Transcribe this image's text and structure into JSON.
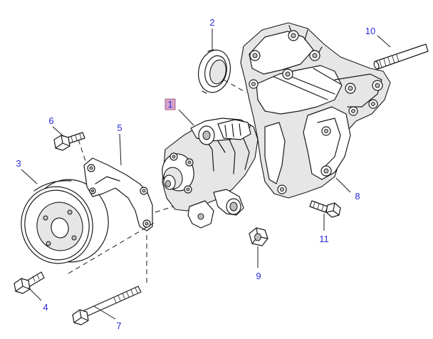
{
  "diagram": {
    "callouts": [
      {
        "id": "1",
        "label": "1",
        "highlighted": true
      },
      {
        "id": "2",
        "label": "2"
      },
      {
        "id": "3",
        "label": "3"
      },
      {
        "id": "4",
        "label": "4"
      },
      {
        "id": "5",
        "label": "5"
      },
      {
        "id": "6",
        "label": "6"
      },
      {
        "id": "7",
        "label": "7"
      },
      {
        "id": "8",
        "label": "8"
      },
      {
        "id": "9",
        "label": "9"
      },
      {
        "id": "10",
        "label": "10"
      },
      {
        "id": "11",
        "label": "11"
      }
    ],
    "colors": {
      "callout_text": "#2a2ad8",
      "highlight": "#d9a3c9",
      "line": "#1a1a1a"
    }
  }
}
